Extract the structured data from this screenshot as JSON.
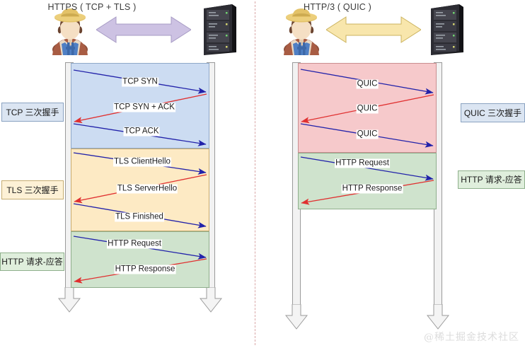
{
  "watermark": "@稀土掘金技术社区",
  "left": {
    "protocol_label": "HTTPS ( TCP + TLS )",
    "client_icon": "farmer-user-icon",
    "server_icon": "server-rack-icon",
    "arrow_icon": "bidirectional-arrow-icon",
    "arrow_color": "#c9bfe0",
    "bands": [
      {
        "id": "tcp",
        "color": "#ccdcf2",
        "label": "TCP 三次握手",
        "label_color": "#dbe5f2"
      },
      {
        "id": "tls",
        "color": "#fdeac4",
        "label": "TLS 三次握手",
        "label_color": "#fdf1d6"
      },
      {
        "id": "http",
        "color": "#cfe3cd",
        "label": "HTTP 请求-应答",
        "label_color": "#dfeedc"
      }
    ],
    "messages": [
      {
        "text": "TCP SYN",
        "dir": "right",
        "color": "#2222aa"
      },
      {
        "text": "TCP SYN + ACK",
        "dir": "left",
        "color": "#e03030"
      },
      {
        "text": "TCP ACK",
        "dir": "right",
        "color": "#2222aa"
      },
      {
        "text": "TLS ClientHello",
        "dir": "right",
        "color": "#2222aa"
      },
      {
        "text": "TLS ServerHello",
        "dir": "left",
        "color": "#e03030"
      },
      {
        "text": "TLS Finished",
        "dir": "right",
        "color": "#2222aa"
      },
      {
        "text": "HTTP Request",
        "dir": "right",
        "color": "#2222aa"
      },
      {
        "text": "HTTP Response",
        "dir": "left",
        "color": "#e03030"
      }
    ]
  },
  "right": {
    "protocol_label": "HTTP/3 ( QUIC )",
    "client_icon": "farmer-user-icon",
    "server_icon": "server-rack-icon",
    "arrow_icon": "bidirectional-arrow-icon",
    "arrow_color": "#f6e3a8",
    "bands": [
      {
        "id": "quic",
        "color": "#f6c9cb",
        "label": "QUIC 三次握手",
        "label_color": "#dbe5f2"
      },
      {
        "id": "http",
        "color": "#cfe3cd",
        "label": "HTTP 请求-应答",
        "label_color": "#dfeedc"
      }
    ],
    "messages": [
      {
        "text": "QUIC",
        "dir": "right",
        "color": "#2222aa"
      },
      {
        "text": "QUIC",
        "dir": "left",
        "color": "#e03030"
      },
      {
        "text": "QUIC",
        "dir": "right",
        "color": "#2222aa"
      },
      {
        "text": "HTTP Request",
        "dir": "right",
        "color": "#2222aa"
      },
      {
        "text": "HTTP Response",
        "dir": "left",
        "color": "#e03030"
      }
    ]
  }
}
